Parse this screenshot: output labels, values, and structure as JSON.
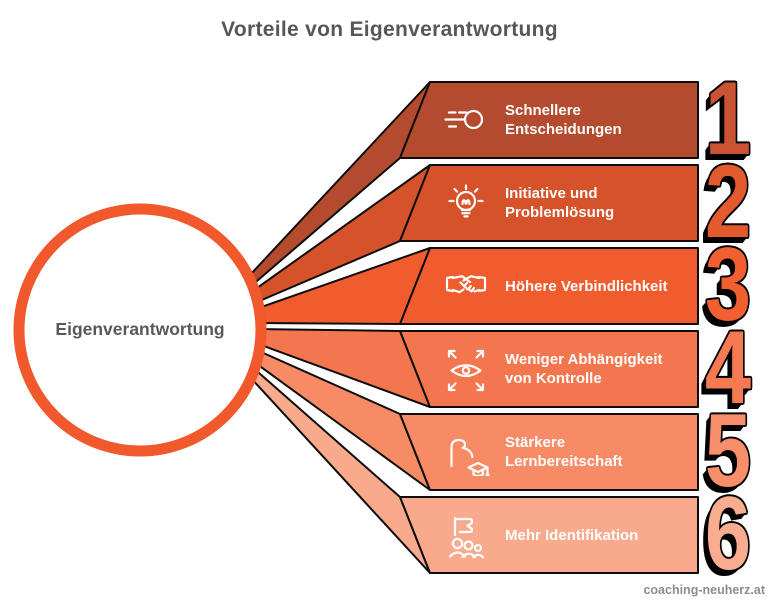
{
  "title": "Vorteile von Eigenverantwortung",
  "center": {
    "label": "Eigenverantwortung"
  },
  "colors": {
    "ring": "#F1582B",
    "outline": "#0D0D0D",
    "title_text": "#55575B",
    "banner_text": "#FFFFFF"
  },
  "items": [
    {
      "number": "1",
      "line1": "Schnellere",
      "line2": "Entscheidungen",
      "icon": "speed-lines-icon",
      "banner_color": "#B54B2E",
      "number_color": "#C95334"
    },
    {
      "number": "2",
      "line1": "Initiative und",
      "line2": "Problemlösung",
      "icon": "lightbulb-icon",
      "banner_color": "#D5522A",
      "number_color": "#E35A2F"
    },
    {
      "number": "3",
      "line1": "Höhere Verbindlichkeit",
      "line2": "",
      "icon": "handshake-icon",
      "banner_color": "#F15C2E",
      "number_color": "#F2602F"
    },
    {
      "number": "4",
      "line1": "Weniger Abhängigkeit",
      "line2": "von Kontrolle",
      "icon": "eye-arrows-icon",
      "banner_color": "#F4764E",
      "number_color": "#F57A52"
    },
    {
      "number": "5",
      "line1": "Stärkere",
      "line2": "Lernbereitschaft",
      "icon": "arm-graduation-icon",
      "banner_color": "#F68B66",
      "number_color": "#F78F6A"
    },
    {
      "number": "6",
      "line1": "Mehr Identifikation",
      "line2": "",
      "icon": "flag-people-icon",
      "banner_color": "#F9A98C",
      "number_color": "#F9AD90"
    }
  ],
  "watermark": "coaching-neuherz.at"
}
